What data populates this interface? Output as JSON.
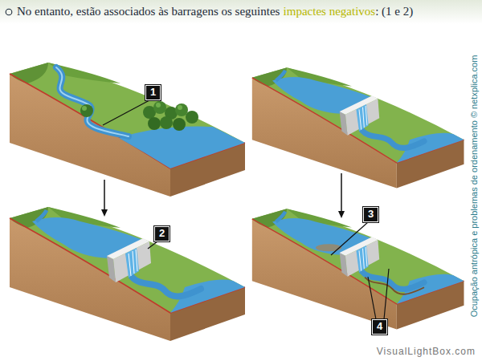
{
  "diagram": {
    "title": "No entanto, estão associados às barragens os seguintes",
    "labels": [
      "impactes negativos",
      ": (1 e 2)",
      "1",
      "2",
      "3",
      "4",
      "Ocupação antrópica e problemas de ordenamento © netxplica.com",
      "VisualLightBox.com"
    ]
  }
}
